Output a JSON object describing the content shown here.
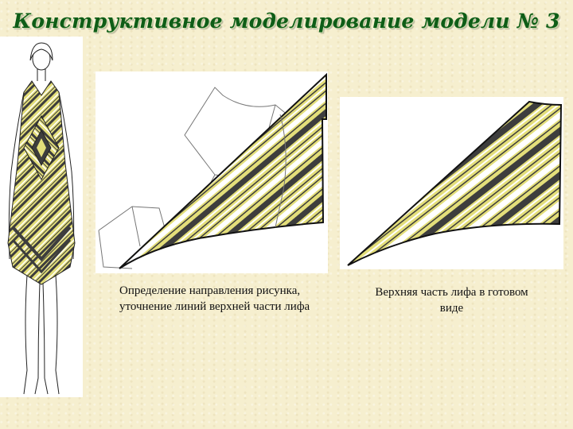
{
  "slide": {
    "title": "Конструктивное моделирование модели № 3"
  },
  "captions": {
    "left": "Определение направления рисунка, уточнение линий верхней части лифа",
    "right": "Верхняя часть лифа в готовом виде"
  },
  "colors": {
    "title_green": "#0e5d17",
    "stripe_yellow": "#e3de7a",
    "stripe_dark": "#3d3d3d",
    "background": "#f6efcf"
  }
}
